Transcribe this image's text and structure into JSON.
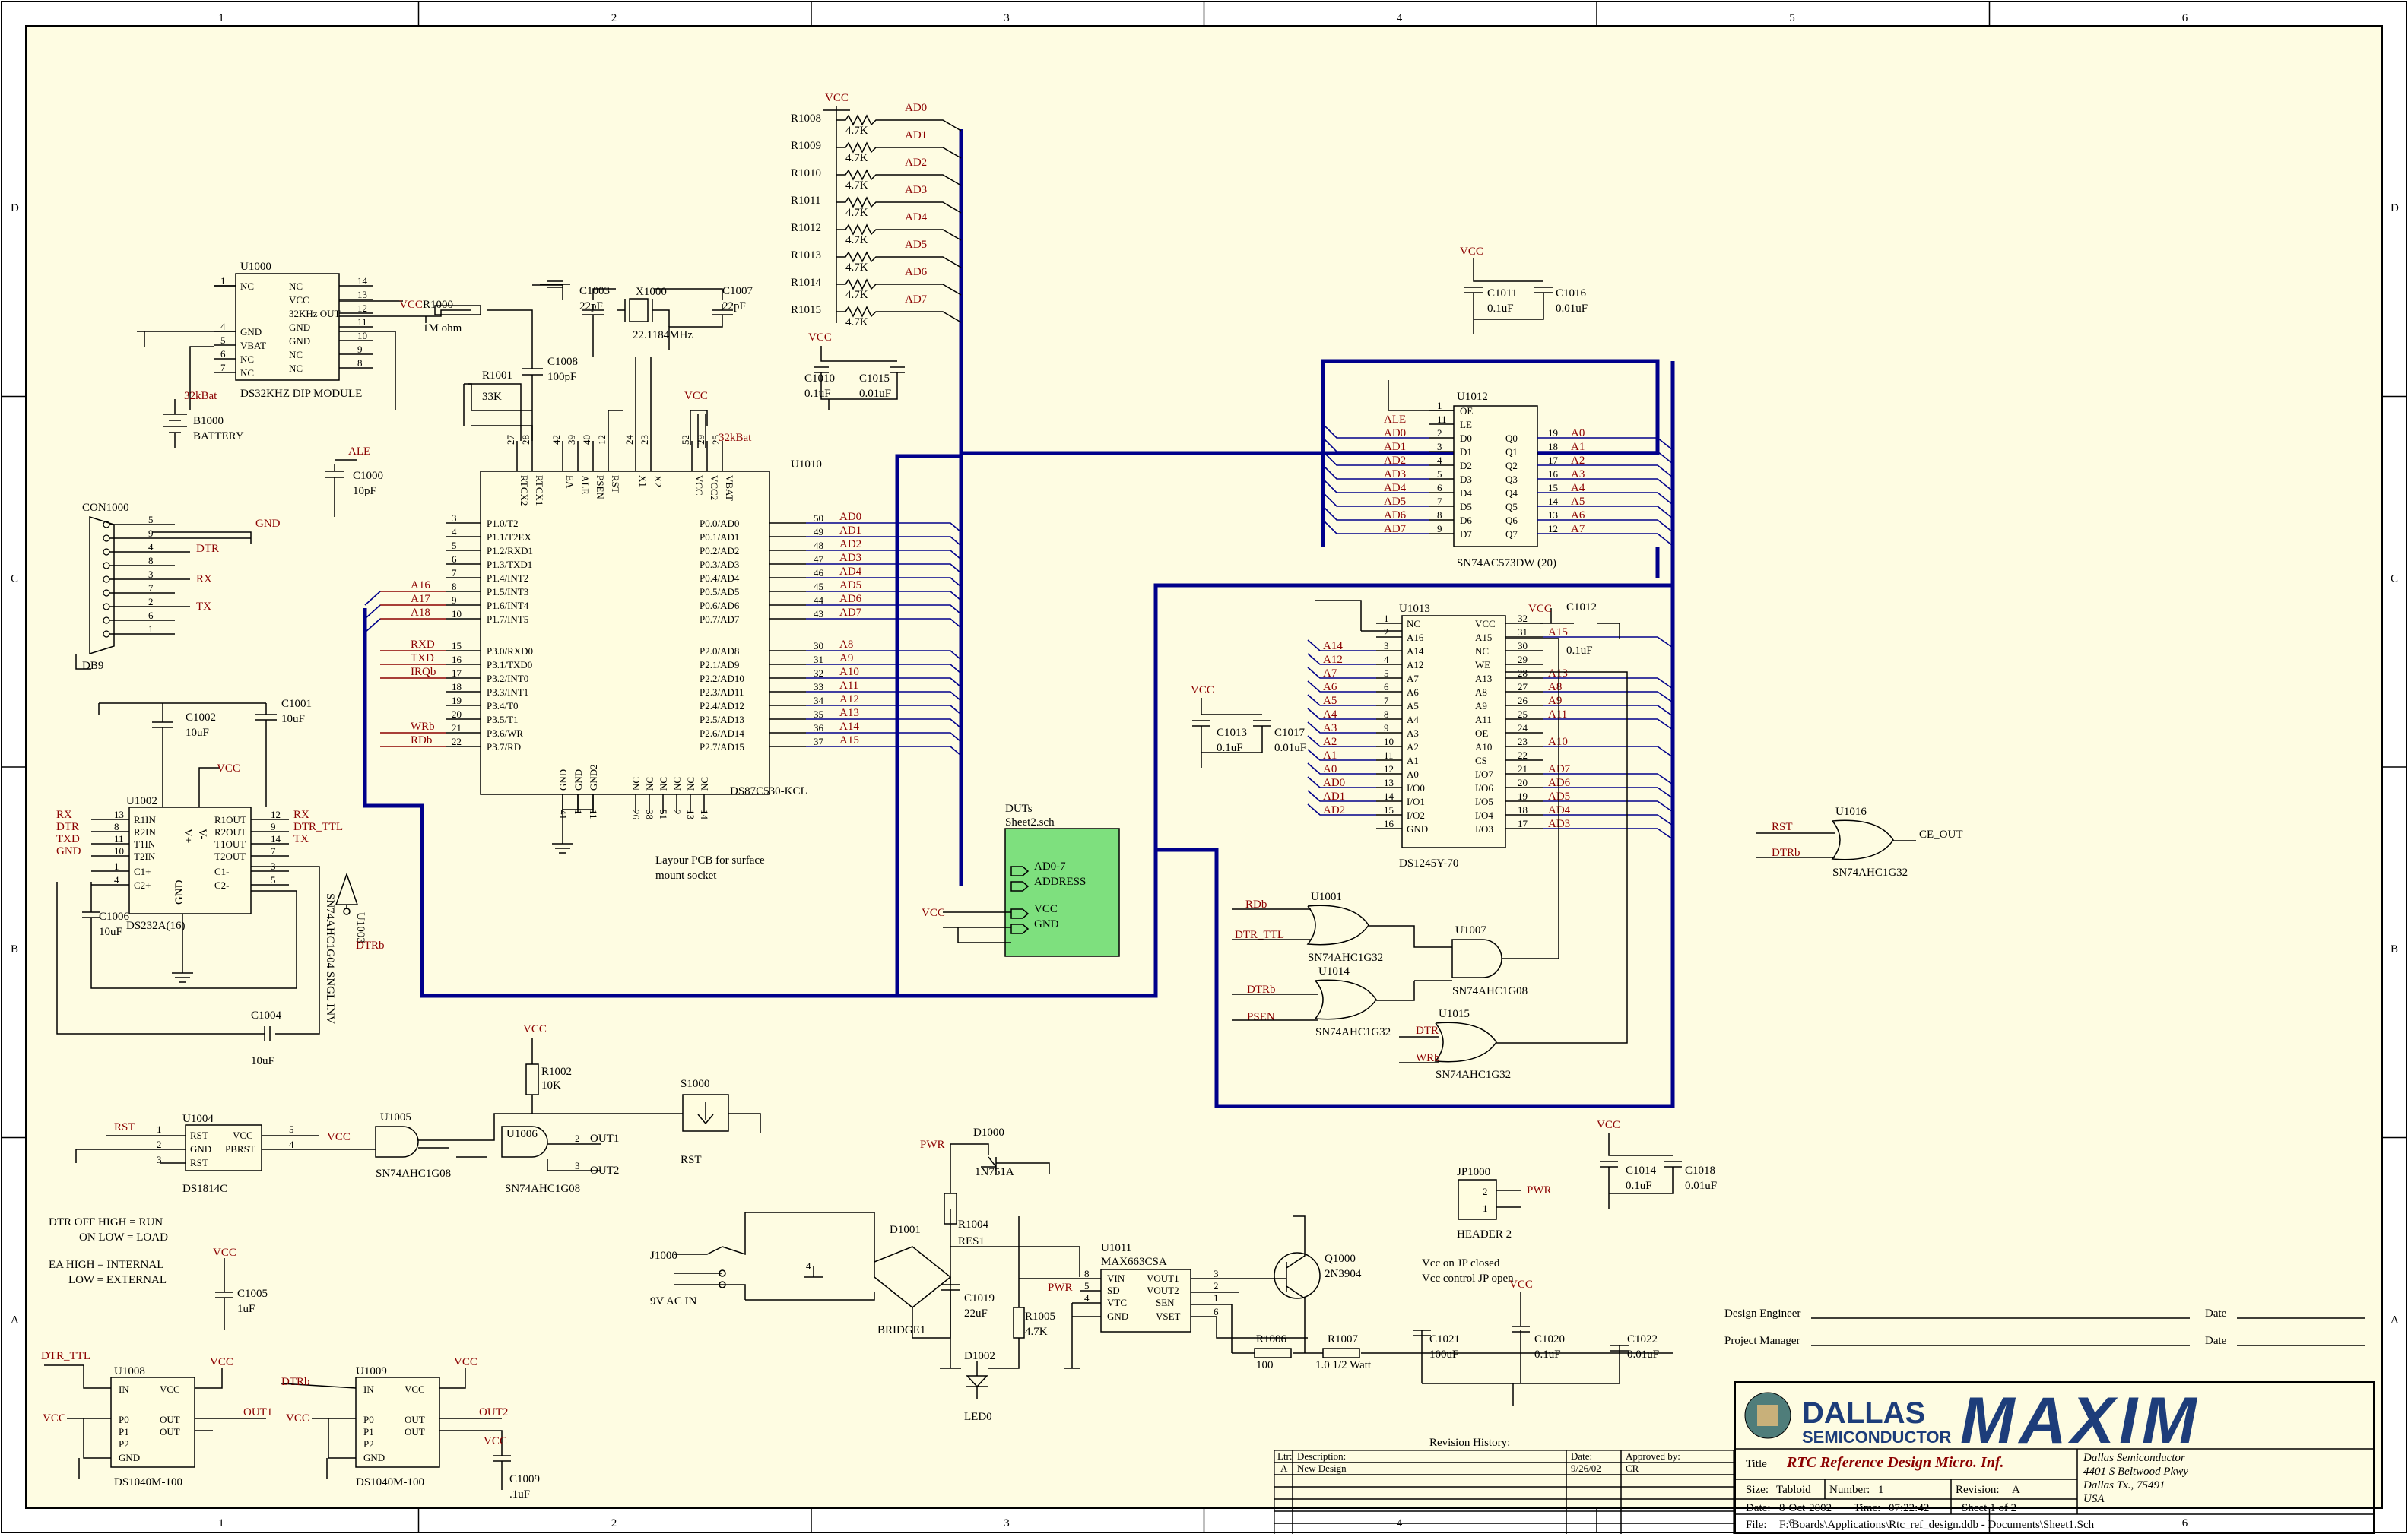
{
  "grid": {
    "cols": [
      "1",
      "2",
      "3",
      "4",
      "5",
      "6"
    ],
    "rows": [
      "D",
      "C",
      "B",
      "A"
    ]
  },
  "chips": {
    "u1000": {
      "ref": "U1000",
      "name": "DS32KHZ DIP MODULE",
      "pins_left": [
        "NC",
        "GND",
        "VBAT",
        "NC",
        "NC"
      ],
      "pins_right": [
        "NC",
        "VCC",
        "32KHz OUT",
        "GND",
        "GND",
        "NC",
        "NC"
      ],
      "nums_left": [
        "1",
        "4",
        "5",
        "6",
        "7"
      ],
      "nums_right": [
        "14",
        "13",
        "12",
        "11",
        "10",
        "9",
        "8"
      ]
    },
    "u1010": {
      "ref": "U1010",
      "name": "DS87C530-KCL",
      "left": [
        "P1.0/T2",
        "P1.1/T2EX",
        "P1.2/RXD1",
        "P1.3/TXD1",
        "P1.4/INT2",
        "P1.5/INT3",
        "P1.6/INT4",
        "P1.7/INT5",
        "P3.0/RXD0",
        "P3.1/TXD0",
        "P3.2/INT0",
        "P3.3/INT1",
        "P3.4/T0",
        "P3.5/T1",
        "P3.6/WR",
        "P3.7/RD"
      ],
      "left_nums": [
        "3",
        "4",
        "5",
        "6",
        "7",
        "8",
        "9",
        "10",
        "15",
        "16",
        "17",
        "18",
        "19",
        "20",
        "21",
        "22"
      ],
      "right": [
        "P0.0/AD0",
        "P0.1/AD1",
        "P0.2/AD2",
        "P0.3/AD3",
        "P0.4/AD4",
        "P0.5/AD5",
        "P0.6/AD6",
        "P0.7/AD7",
        "P2.0/AD8",
        "P2.1/AD9",
        "P2.2/AD10",
        "P2.3/AD11",
        "P2.4/AD12",
        "P2.5/AD13",
        "P2.6/AD14",
        "P2.7/AD15"
      ],
      "right_nums": [
        "50",
        "49",
        "48",
        "47",
        "46",
        "45",
        "44",
        "43",
        "30",
        "31",
        "32",
        "33",
        "34",
        "35",
        "36",
        "37"
      ],
      "top": [
        "RTCX2",
        "RTCX1",
        "EA",
        "ALE",
        "PSEN",
        "RST",
        "X1",
        "X2",
        "VCC",
        "VCC2",
        "VBAT"
      ],
      "top_nums": [
        "27",
        "28",
        "42",
        "39",
        "40",
        "12",
        "24",
        "23",
        "52",
        "29",
        "25"
      ],
      "bottom": [
        "GND",
        "GND",
        "GND2",
        "NC",
        "NC",
        "NC",
        "NC",
        "NC",
        "NC"
      ],
      "bottom_nums": [
        "41",
        "1",
        "11",
        "26",
        "38",
        "51",
        "2",
        "13",
        "14"
      ]
    },
    "u1012": {
      "ref": "U1012",
      "name": "SN74AC573DW (20)",
      "left": [
        "OE",
        "LE",
        "D0",
        "D1",
        "D2",
        "D3",
        "D4",
        "D5",
        "D6",
        "D7"
      ],
      "left_nums": [
        "1",
        "11",
        "2",
        "3",
        "4",
        "5",
        "6",
        "7",
        "8",
        "9"
      ],
      "right": [
        "Q0",
        "Q1",
        "Q2",
        "Q3",
        "Q4",
        "Q5",
        "Q6",
        "Q7"
      ],
      "right_nums": [
        "19",
        "18",
        "17",
        "16",
        "15",
        "14",
        "13",
        "12"
      ]
    },
    "u1013": {
      "ref": "U1013",
      "name": "DS1245Y-70",
      "left": [
        "NC",
        "A16",
        "A14",
        "A12",
        "A7",
        "A6",
        "A5",
        "A4",
        "A3",
        "A2",
        "A1",
        "A0",
        "I/O0",
        "I/O1",
        "I/O2",
        "GND"
      ],
      "left_nums": [
        "1",
        "2",
        "3",
        "4",
        "5",
        "6",
        "7",
        "8",
        "9",
        "10",
        "11",
        "12",
        "13",
        "14",
        "15",
        "16"
      ],
      "right": [
        "VCC",
        "A15",
        "NC",
        "WE",
        "A13",
        "A8",
        "A9",
        "A11",
        "OE",
        "A10",
        "CS",
        "I/O7",
        "I/O6",
        "I/O5",
        "I/O4",
        "I/O3"
      ],
      "right_nums": [
        "32",
        "31",
        "30",
        "29",
        "28",
        "27",
        "26",
        "25",
        "24",
        "23",
        "22",
        "21",
        "20",
        "19",
        "18",
        "17"
      ]
    },
    "u1002": {
      "ref": "U1002",
      "name": "DS232A(16)",
      "left": [
        "R1IN",
        "R2IN",
        "T1IN",
        "T2IN",
        "C1+",
        "C2+"
      ],
      "left_nums": [
        "13",
        "8",
        "11",
        "10",
        "1",
        "4"
      ],
      "right": [
        "R1OUT",
        "R2OUT",
        "T1OUT",
        "T2OUT",
        "C1-",
        "C2-"
      ],
      "right_nums": [
        "12",
        "9",
        "14",
        "7",
        "3",
        "5"
      ],
      "top": [
        "V-",
        "V+"
      ],
      "gnd": "GND"
    },
    "u1004": {
      "ref": "U1004",
      "name": "DS1814C",
      "pins": [
        "RST",
        "GND",
        "RST",
        "VCC",
        "PBRST"
      ]
    },
    "u1011": {
      "ref": "U1011",
      "name": "MAX663CSA",
      "left": [
        "VIN",
        "SD",
        "VTC",
        "GND"
      ],
      "right": [
        "VOUT1",
        "VOUT2",
        "SEN",
        "VSET"
      ],
      "left_nums": [
        "8",
        "5",
        "4"
      ],
      "right_nums": [
        "3",
        "2",
        "1",
        "6"
      ]
    },
    "u1008": {
      "ref": "U1008",
      "name": "DS1040M-100",
      "left": [
        "IN",
        "P0",
        "P1",
        "P2",
        "GND"
      ],
      "right": [
        "VCC",
        "OUT",
        "OUT"
      ]
    },
    "u1009": {
      "ref": "U1009",
      "name": "DS1040M-100",
      "left": [
        "IN",
        "P0",
        "P1",
        "P2",
        "GND"
      ],
      "right": [
        "VCC",
        "OUT",
        "OUT"
      ]
    }
  },
  "gates": [
    {
      "ref": "U1001",
      "name": "SN74AHC1G32",
      "in1": "RDb",
      "in2": "DTR_TTL"
    },
    {
      "ref": "U1007",
      "name": "SN74AHC1G08"
    },
    {
      "ref": "U1014",
      "name": "SN74AHC1G32",
      "in1": "DTRb",
      "in2": "PSEN"
    },
    {
      "ref": "U1015",
      "name": "SN74AHC1G32",
      "in1": "DTR",
      "in2": "WRb"
    },
    {
      "ref": "U1016",
      "name": "SN74AHC1G32",
      "in1": "RST",
      "in2": "DTRb",
      "out": "CE_OUT"
    },
    {
      "ref": "U1005",
      "name": "SN74AHC1G08"
    },
    {
      "ref": "U1006",
      "name": "SN74AHC1G08",
      "out1": "OUT1",
      "out2": "OUT2"
    },
    {
      "ref": "U1003",
      "name": "SN74AHC1G04 SNGL INV"
    }
  ],
  "resistors": [
    {
      "ref": "R1008",
      "val": "4.7K",
      "net": "AD0"
    },
    {
      "ref": "R1009",
      "val": "4.7K",
      "net": "AD1"
    },
    {
      "ref": "R1010",
      "val": "4.7K",
      "net": "AD2"
    },
    {
      "ref": "R1011",
      "val": "4.7K",
      "net": "AD3"
    },
    {
      "ref": "R1012",
      "val": "4.7K",
      "net": "AD4"
    },
    {
      "ref": "R1013",
      "val": "4.7K",
      "net": "AD5"
    },
    {
      "ref": "R1014",
      "val": "4.7K",
      "net": "AD6"
    },
    {
      "ref": "R1015",
      "val": "4.7K",
      "net": "AD7"
    }
  ],
  "misc": {
    "r1000": "R1000",
    "r1000v": "1M ohm",
    "r1001": "R1001",
    "r1001v": "33K",
    "r1002": "R1002",
    "r1002v": "10K",
    "r1004": "R1004",
    "r1004v": "RES1",
    "r1005": "R1005",
    "r1005v": "4.7K",
    "r1006": "R1006",
    "r1006v": "100",
    "r1007": "R1007",
    "r1007v": "1.0 1/2 Watt",
    "c1000": "C1000",
    "c1000v": "10pF",
    "c1003": "C1003",
    "c1003v": "22pF",
    "c1007": "C1007",
    "c1007v": "22pF",
    "c1008": "C1008",
    "c1008v": "100pF",
    "c1010": "C1010",
    "c1010v": "0.1uF",
    "c1015": "C1015",
    "c1015v": "0.01uF",
    "c1011": "C1011",
    "c1011v": "0.1uF",
    "c1016": "C1016",
    "c1016v": "0.01uF",
    "c1012": "C1012",
    "c1012v": "0.1uF",
    "c1013": "C1013",
    "c1013v": "0.1uF",
    "c1017": "C1017",
    "c1017v": "0.01uF",
    "c1002": "C1002",
    "c1002v": "10uF",
    "c1001": "C1001",
    "c1001v": "10uF",
    "c1006": "C1006",
    "c1006v": "10uF",
    "c1004": "C1004",
    "c1004v": "10uF",
    "c1005": "C1005",
    "c1005v": "1uF",
    "c1009": "C1009",
    "c1009v": ".1uF",
    "c1014": "C1014",
    "c1014v": "0.1uF",
    "c1018": "C1018",
    "c1018v": "0.01uF",
    "c1019": "C1019",
    "c1019v": "22uF",
    "c1021": "C1021",
    "c1021v": "100uF",
    "c1020": "C1020",
    "c1020v": "0.1uF",
    "c1022": "C1022",
    "c1022v": "0.01uF",
    "x1000": "X1000",
    "x1000v": "22.1184MHz",
    "b1000": "B1000",
    "b1000v": "BATTERY",
    "bat": "32kBat",
    "con": "CON1000",
    "db9": "DB9",
    "s1000": "S1000",
    "rst": "RST",
    "d1000": "D1000",
    "d1000v": "1N751A",
    "d1001": "D1001",
    "bridge": "BRIDGE1",
    "d1002": "D1002",
    "led": "LED0",
    "j1000": "J1000",
    "j1000v": "9V AC IN",
    "q1000": "Q1000",
    "q1000v": "2N3904",
    "jp": "JP1000",
    "jpv": "HEADER 2",
    "pwr": "PWR",
    "duts": "DUTs",
    "dutsheet": "Sheet2.sch",
    "dut_ad": "AD0-7",
    "dut_addr": "ADDRESS",
    "dut_vcc": "VCC",
    "dut_gnd": "GND",
    "vcc": "VCC",
    "gnd": "GND",
    "layout_note1": "Layour PCB for surface",
    "layout_note2": "mount socket",
    "note_dtr1": "DTR OFF HIGH = RUN",
    "note_dtr2": "ON  LOW = LOAD",
    "note_ea1": "EA  HIGH = INTERNAL",
    "note_ea2": "LOW  = EXTERNAL",
    "note_vcc1": "Vcc on       JP closed",
    "note_vcc2": "Vcc control JP open",
    "dtr": "DTR",
    "rx": "RX",
    "tx": "TX",
    "dtr_ttl": "DTR_TTL",
    "dtrb": "DTRb"
  },
  "signals_left": [
    "A16",
    "A17",
    "A18",
    "RXD",
    "TXD",
    "IRQb",
    "WRb",
    "RDb"
  ],
  "revision": {
    "title": "Revision History:",
    "headers": [
      "Ltr:",
      "Description:",
      "Date:",
      "Approved by:"
    ],
    "row": [
      "A",
      "New Design",
      "9/26/02",
      "CR"
    ]
  },
  "titleblock": {
    "design_engineer": "Design Engineer",
    "project_manager": "Project Manager",
    "date": "Date",
    "title_label": "Title",
    "title": "RTC Reference Design Micro. Inf.",
    "size_label": "Size:",
    "size": "Tabloid",
    "number_label": "Number:",
    "number": "1",
    "revision_label": "Revision:",
    "revision": "A",
    "date_label": "Date:",
    "date_val": "8-Oct-2002",
    "time_label": "Time:",
    "time_val": "07:22:42",
    "sheet": "Sheet 1  of  2",
    "file_label": "File:",
    "file": "F:\\Boards\\Applications\\Rtc_ref_design.ddb - Documents\\Sheet1.Sch",
    "addr1": "Dallas Semiconductor",
    "addr2": "4401 S Beltwood Pkwy",
    "addr3": "Dallas Tx., 75491",
    "addr4": "USA",
    "logo_dallas": "DALLAS",
    "logo_semi": "SEMICONDUCTOR",
    "logo_maxim": "MAXIM"
  }
}
